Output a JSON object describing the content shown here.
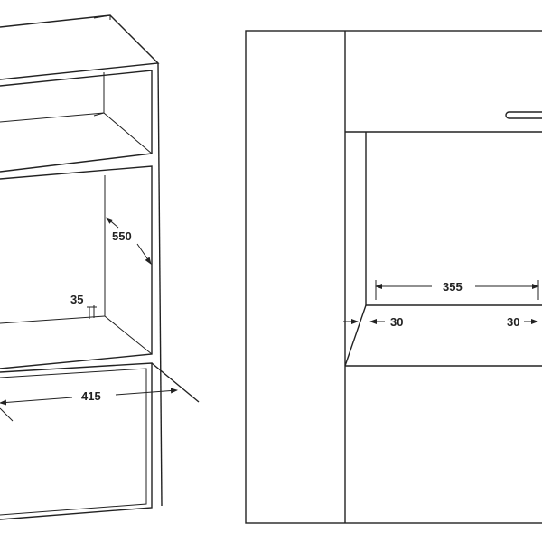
{
  "dimensions": {
    "depth": "550",
    "gap_height": "35",
    "width_iso": "415",
    "inner_width": "355",
    "side_left": "30",
    "side_right": "30"
  }
}
